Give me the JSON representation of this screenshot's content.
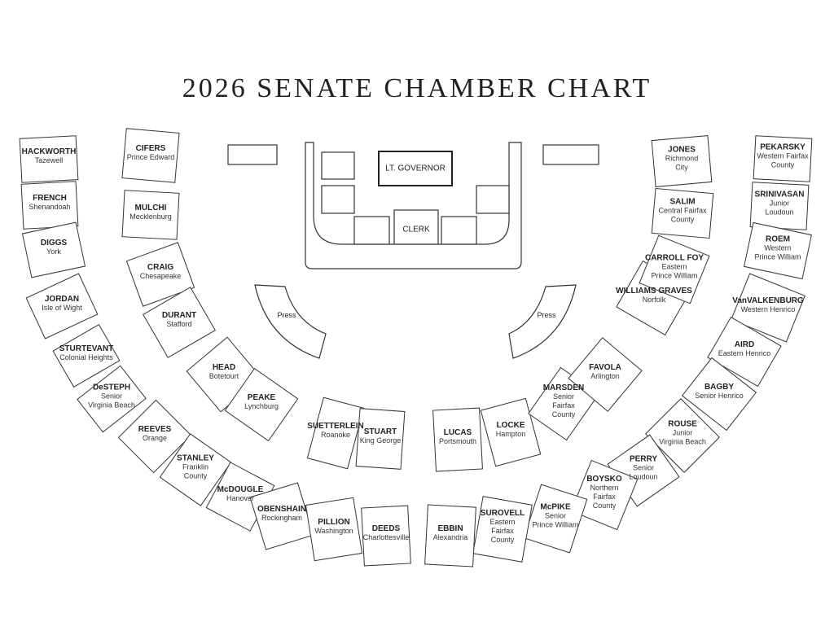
{
  "title": "2026 SENATE CHAMBER CHART",
  "podium": {
    "lt_governor": "LT. GOVERNOR",
    "clerk": "CLERK"
  },
  "press": {
    "left": "Press",
    "right": "Press"
  },
  "seats": [
    {
      "name": "HACKWORTH",
      "lines": [
        "Tazewell"
      ]
    },
    {
      "name": "FRENCH",
      "lines": [
        "Shenandoah"
      ]
    },
    {
      "name": "DIGGS",
      "lines": [
        "York"
      ]
    },
    {
      "name": "JORDAN",
      "lines": [
        "Isle of Wight"
      ]
    },
    {
      "name": "STURTEVANT",
      "lines": [
        "Colonial Heights"
      ]
    },
    {
      "name": "DeSTEPH",
      "lines": [
        "Senior",
        "Virginia Beach"
      ]
    },
    {
      "name": "REEVES",
      "lines": [
        "Orange"
      ]
    },
    {
      "name": "STANLEY",
      "lines": [
        "Franklin",
        "County"
      ]
    },
    {
      "name": "McDOUGLE",
      "lines": [
        "Hanover"
      ]
    },
    {
      "name": "OBENSHAIN",
      "lines": [
        "Rockingham"
      ]
    },
    {
      "name": "PILLION",
      "lines": [
        "Washington"
      ]
    },
    {
      "name": "DEEDS",
      "lines": [
        "Charlottesville"
      ]
    },
    {
      "name": "CIFERS",
      "lines": [
        "Prince Edward"
      ]
    },
    {
      "name": "MULCHI",
      "lines": [
        "Mecklenburg"
      ]
    },
    {
      "name": "CRAIG",
      "lines": [
        "Chesapeake"
      ]
    },
    {
      "name": "DURANT",
      "lines": [
        "Stafford"
      ]
    },
    {
      "name": "HEAD",
      "lines": [
        "Botetourt"
      ]
    },
    {
      "name": "PEAKE",
      "lines": [
        "Lynchburg"
      ]
    },
    {
      "name": "SUETTERLEIN",
      "lines": [
        "Roanoke"
      ]
    },
    {
      "name": "STUART",
      "lines": [
        "King George"
      ]
    },
    {
      "name": "LUCAS",
      "lines": [
        "Portsmouth"
      ]
    },
    {
      "name": "LOCKE",
      "lines": [
        "Hampton"
      ]
    },
    {
      "name": "MARSDEN",
      "lines": [
        "Senior",
        "Fairfax",
        "County"
      ]
    },
    {
      "name": "FAVOLA",
      "lines": [
        "Arlington"
      ]
    },
    {
      "name": "WILLIAMS GRAVES",
      "lines": [
        "Norfolk"
      ]
    },
    {
      "name": "CARROLL FOY",
      "lines": [
        "Eastern",
        "Prince William"
      ]
    },
    {
      "name": "SALIM",
      "lines": [
        "Central Fairfax",
        "County"
      ]
    },
    {
      "name": "JONES",
      "lines": [
        "Richmond",
        "City"
      ]
    },
    {
      "name": "PEKARSKY",
      "lines": [
        "Western Fairfax",
        "County"
      ]
    },
    {
      "name": "SRINIVASAN",
      "lines": [
        "Junior",
        "Loudoun"
      ]
    },
    {
      "name": "ROEM",
      "lines": [
        "Western",
        "Prince William"
      ]
    },
    {
      "name": "VanVALKENBURG",
      "lines": [
        "Western Henrico"
      ]
    },
    {
      "name": "AIRD",
      "lines": [
        "Eastern Henrico"
      ]
    },
    {
      "name": "BAGBY",
      "lines": [
        "Senior Henrico"
      ]
    },
    {
      "name": "ROUSE",
      "lines": [
        "Junior",
        "Virginia Beach"
      ]
    },
    {
      "name": "PERRY",
      "lines": [
        "Senior",
        "Loudoun"
      ]
    },
    {
      "name": "BOYSKO",
      "lines": [
        "Northern",
        "Fairfax",
        "County"
      ]
    },
    {
      "name": "McPIKE",
      "lines": [
        "Senior",
        "Prince William"
      ]
    },
    {
      "name": "SUROVELL",
      "lines": [
        "Eastern",
        "Fairfax",
        "County"
      ]
    },
    {
      "name": "EBBIN",
      "lines": [
        "Alexandria"
      ]
    }
  ]
}
